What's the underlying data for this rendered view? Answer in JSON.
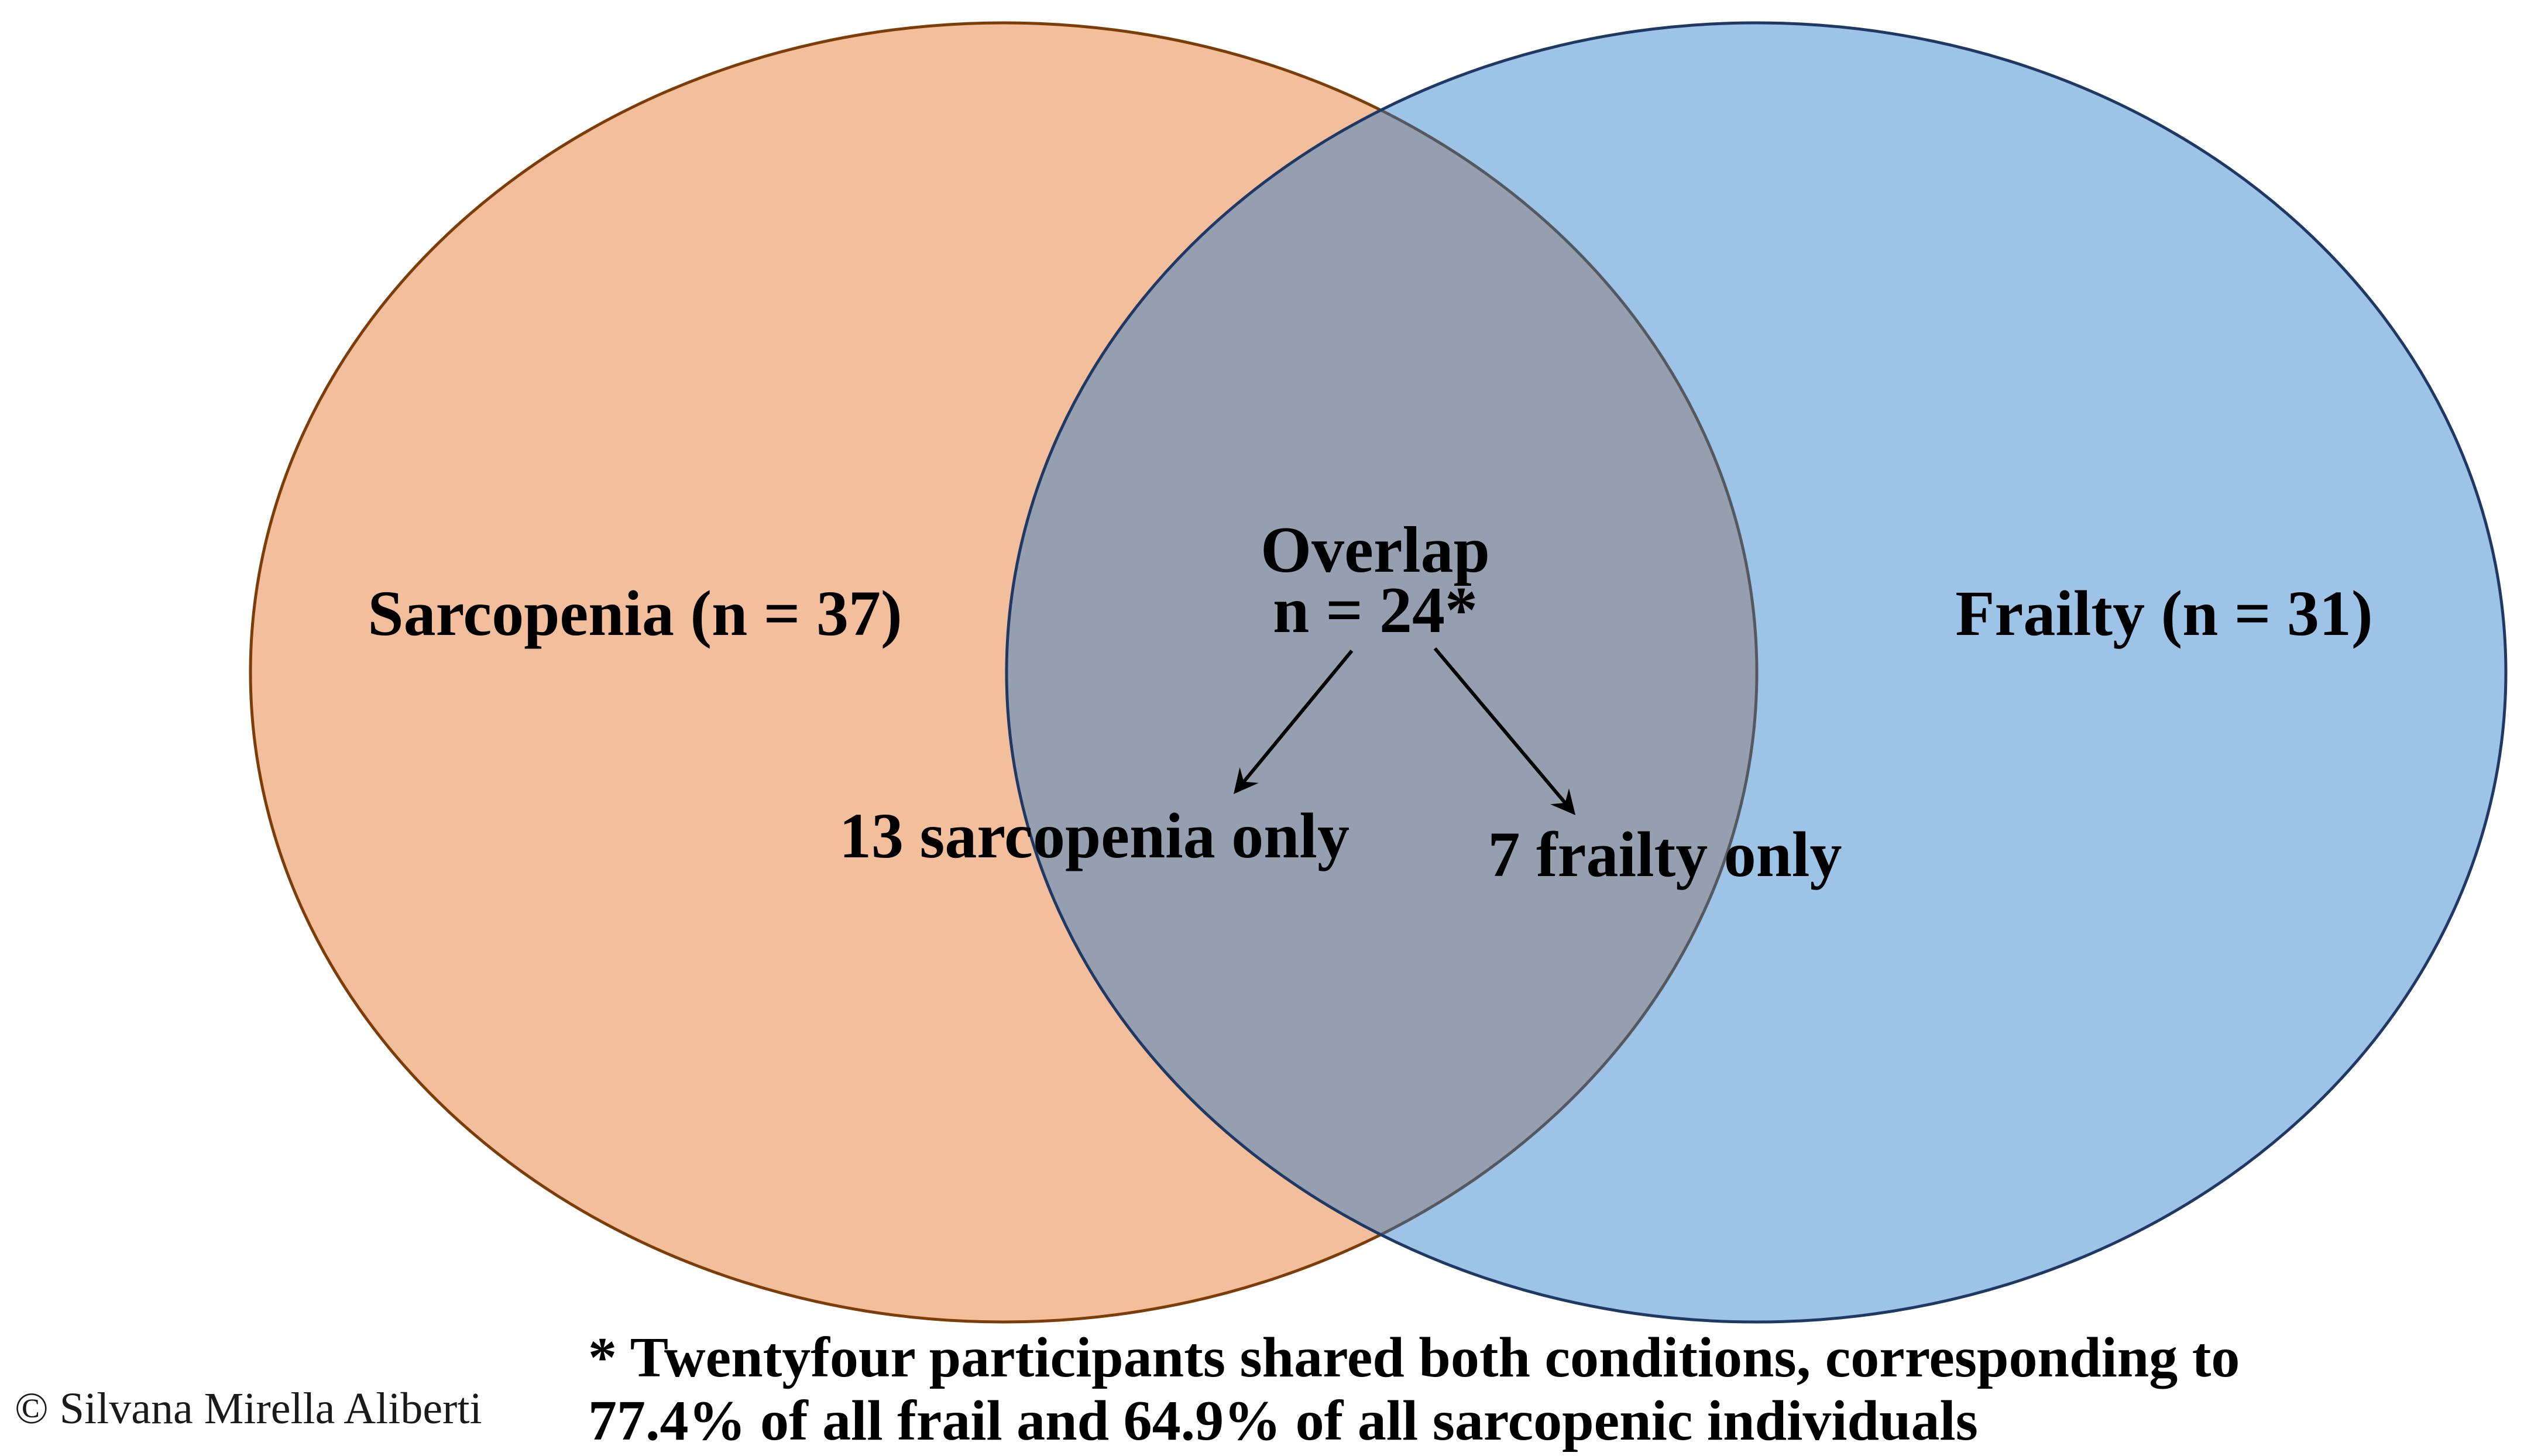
{
  "diagram": {
    "title_implicit": "Sarcopenia and Frailty overlap Venn diagram",
    "left_set": {
      "label": "Sarcopenia (n = 37)",
      "n": 37
    },
    "right_set": {
      "label": "Frailty (n = 31)",
      "n": 31
    },
    "overlap": {
      "title": "Overlap",
      "count_label": "n = 24*",
      "n": 24,
      "sarcopenia_only_label": "13 sarcopenia only",
      "sarcopenia_only_n": 13,
      "frailty_only_label": "7 frailty only",
      "frailty_only_n": 7
    },
    "footnote": {
      "line1": "* Twentyfour participants shared both conditions, corresponding to",
      "line2": "77.4% of all frail and 64.9% of all sarcopenic individuals",
      "pct_of_all_frail": "77.4%",
      "pct_of_all_sarcopenic": "64.9%"
    },
    "copyright": "© Silvana Mirella Aliberti"
  },
  "colors": {
    "sarcopenia_fill": "#F3BE9B",
    "sarcopenia_border": "#7C3D08",
    "frailty_fill_base": "#287BC8",
    "frailty_fill_on_white": "#9DC3E6",
    "frailty_border": "#1F3864",
    "overlap_observed": "#96A2B4",
    "text": "#000000",
    "background": "#FFFFFF"
  }
}
